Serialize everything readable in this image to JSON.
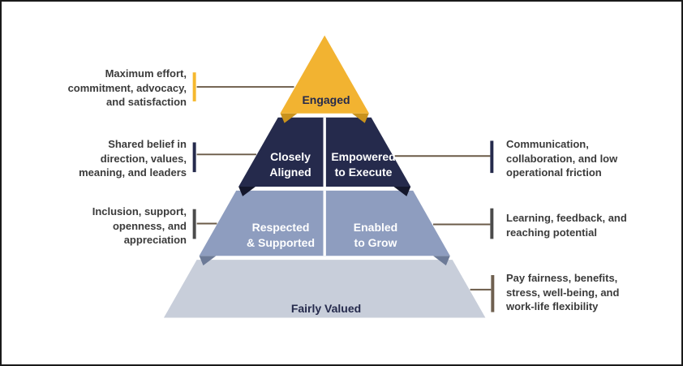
{
  "diagram": {
    "type": "pyramid",
    "levels": [
      {
        "label": "Engaged",
        "color": "#F2B331",
        "fold_color": "#C9921C",
        "text_color": "#252A4C"
      },
      {
        "color": "#252A4C",
        "fold_color": "#14172C",
        "text_color": "#FFFFFF",
        "cells": [
          {
            "lines": [
              "Closely",
              "Aligned"
            ]
          },
          {
            "lines": [
              "Empowered",
              "to Execute"
            ]
          }
        ]
      },
      {
        "color": "#8E9DBF",
        "fold_color": "#6C7A97",
        "text_color": "#FFFFFF",
        "cells": [
          {
            "lines": [
              "Respected",
              "& Supported"
            ]
          },
          {
            "lines": [
              "Enabled",
              "to Grow"
            ]
          }
        ]
      },
      {
        "label": "Fairly Valued",
        "color": "#C8CEDA",
        "text_color": "#252A4C"
      }
    ]
  },
  "annotations": {
    "left": [
      {
        "lines": [
          "Maximum effort,",
          "commitment, advocacy,",
          "and satisfaction"
        ],
        "tick_color": "#F5B82E"
      },
      {
        "lines": [
          "Shared belief in",
          "direction, values,",
          "meaning, and leaders"
        ],
        "tick_color": "#252A4C"
      },
      {
        "lines": [
          "Inclusion, support,",
          "openness, and",
          "appreciation"
        ],
        "tick_color": "#4B4B4B"
      }
    ],
    "right": [
      {
        "lines": [
          "Communication,",
          "collaboration, and low",
          "operational friction"
        ],
        "tick_color": "#252A4C"
      },
      {
        "lines": [
          "Learning, feedback, and",
          "reaching potential"
        ],
        "tick_color": "#4B4B4B"
      },
      {
        "lines": [
          "Pay fairness, benefits,",
          "stress, well-being, and",
          "work-life flexibility"
        ],
        "tick_color": "#6F6050"
      }
    ]
  },
  "connector_color": "#6B5B48"
}
